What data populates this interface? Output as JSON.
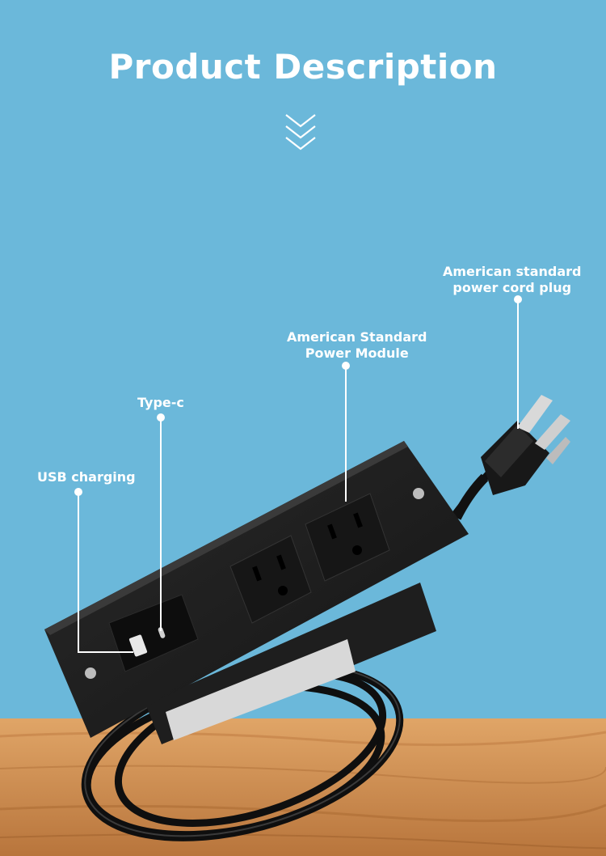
{
  "header": {
    "title": "Product Description"
  },
  "callouts": {
    "plug": [
      "American standard",
      "power cord plug"
    ],
    "module": [
      "American Standard",
      "Power Module"
    ],
    "typec": "Type-c",
    "usb": "USB charging"
  },
  "colors": {
    "background": "#6bb8da",
    "table": "#c98a4e",
    "product": "#1b1b1b",
    "text": "#ffffff"
  },
  "icons": {
    "scroll_indicator": "triple-chevron-down-icon"
  }
}
